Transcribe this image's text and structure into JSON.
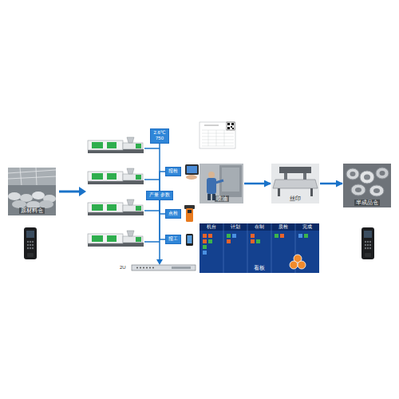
{
  "diagram": {
    "nodes": [
      {
        "text": [
          "原材料仓"
        ]
      },
      {
        "text": [
          "2.6℃",
          "750"
        ]
      },
      {
        "text": [
          "产量 参数"
        ]
      },
      {
        "text": [
          "报检"
        ]
      },
      {
        "text": [
          "点检"
        ]
      },
      {
        "text": [
          "报工"
        ]
      },
      {
        "text": [
          "喷油"
        ]
      },
      {
        "text": [
          "丝印"
        ]
      },
      {
        "text": [
          "半成品仓"
        ]
      },
      {
        "text": [
          "机台",
          "计划",
          "在制",
          "质检",
          "完成",
          "看板"
        ]
      }
    ],
    "edges": [
      {
        "from": 2,
        "to": 3,
        "arrow": "none"
      },
      {
        "from": 2,
        "to": 4,
        "arrow": "none"
      },
      {
        "from": 2,
        "to": 5,
        "arrow": "none"
      },
      {
        "from": 6,
        "to": 7,
        "arrow": "to"
      },
      {
        "from": 7,
        "to": 8,
        "arrow": "to"
      }
    ],
    "labels": [
      "2U"
    ]
  }
}
